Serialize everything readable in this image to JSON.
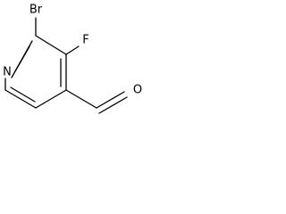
{
  "structure": {
    "atoms": {
      "bromine": "Br",
      "fluorine": "F",
      "nitrogen": "N",
      "oxygen": "O"
    }
  }
}
